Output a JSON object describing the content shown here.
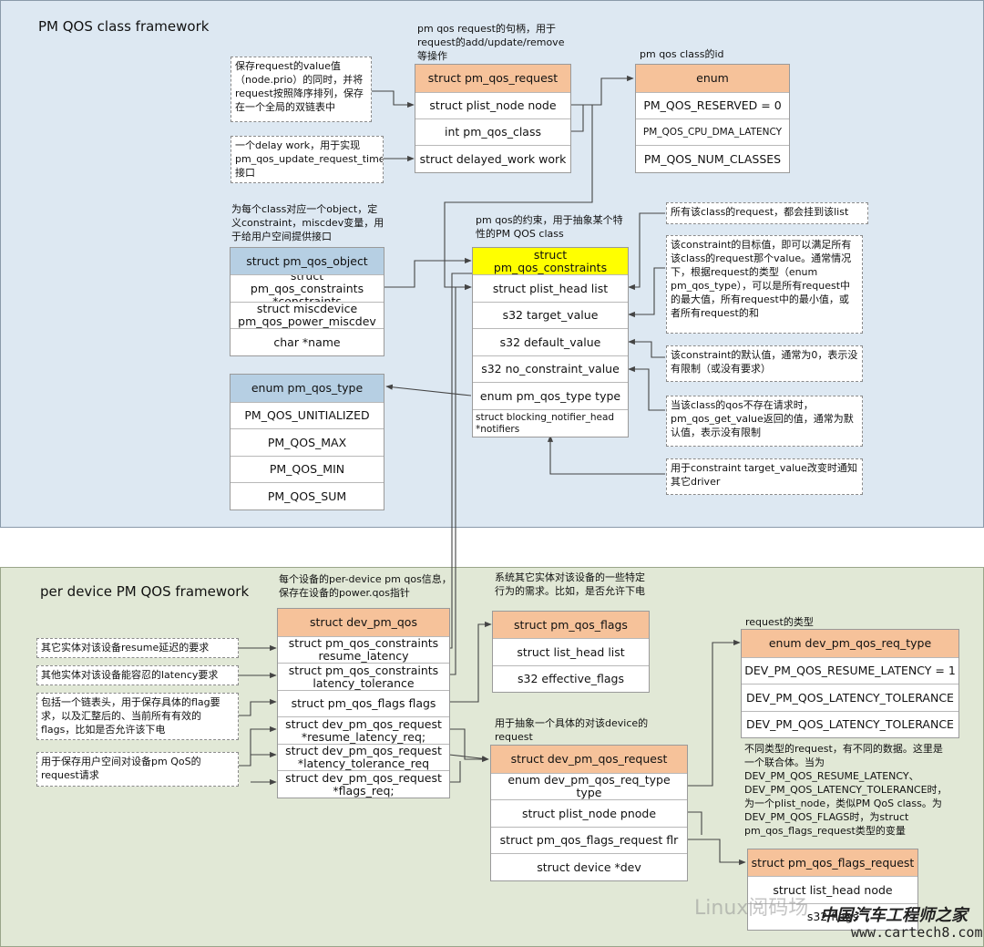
{
  "top_framework": {
    "title": "PM QOS class framework",
    "request_label": "pm qos request的句柄，用于request的add/update/remove等操作",
    "pm_qos_request": [
      "struct pm_qos_request",
      "struct plist_node node",
      "int pm_qos_class",
      "struct delayed_work work"
    ],
    "class_id_label": "pm qos class的id",
    "enum_class": [
      "enum",
      "PM_QOS_RESERVED = 0",
      "PM_QOS_CPU_DMA_LATENCY",
      "PM_QOS_NUM_CLASSES"
    ],
    "note_value": "保存request的value值（node.prio）的同时，并将request按照降序排列，保存在一个全局的双链表中",
    "note_work": "一个delay work，用于实现pm_qos_update_request_timeout接口",
    "object_label": "为每个class对应一个object，定义constraint，miscdev变量，用于给用户空间提供接口",
    "pm_qos_object": [
      "struct pm_qos_object",
      "struct pm_qos_constraints *constraints",
      "struct miscdevice pm_qos_power_miscdev",
      "char *name"
    ],
    "constraints_label": "pm qos的约束，用于抽象某个特性的PM QOS class",
    "pm_qos_constraints": [
      "struct pm_qos_constraints",
      "struct plist_head list",
      "s32 target_value",
      "s32 default_value",
      "s32 no_constraint_value",
      "enum pm_qos_type type",
      "struct blocking_notifier_head *notifiers"
    ],
    "enum_type": [
      "enum pm_qos_type",
      "PM_QOS_UNITIALIZED",
      "PM_QOS_MAX",
      "PM_QOS_MIN",
      "PM_QOS_SUM"
    ],
    "note_list": "所有该class的request，都会挂到该list",
    "note_target": "该constraint的目标值，即可以满足所有该class的request那个value。通常情况下，根据request的类型（enum pm_qos_type），可以是所有request中的最大值，所有request中的最小值，或者所有request的和",
    "note_default": "该constraint的默认值，通常为0，表示没有限制（或没有要求）",
    "note_noconstraint": "当该class的qos不存在请求时，pm_qos_get_value返回的值，通常为默认值，表示没有限制",
    "note_notifier": "用于constraint target_value改变时通知其它driver"
  },
  "bottom_framework": {
    "title": "per device PM QOS framework",
    "dev_label": "每个设备的per-device pm qos信息，保存在设备的power.qos指针",
    "dev_pm_qos": [
      "struct dev_pm_qos",
      "struct pm_qos_constraints resume_latency",
      "struct pm_qos_constraints latency_tolerance",
      "struct pm_qos_flags flags",
      "struct dev_pm_qos_request *resume_latency_req;",
      "struct dev_pm_qos_request *latency_tolerance_req",
      "struct dev_pm_qos_request *flags_req;"
    ],
    "note_resume": "其它实体对该设备resume延迟的要求",
    "note_tolerance": "其他实体对该设备能容忍的latency要求",
    "note_flags": "包括一个链表头，用于保存具体的flag要求，以及汇整后的、当前所有有效的flags，比如是否允许该下电",
    "note_user": "用于保存用户空间对设备pm QoS的request请求",
    "flags_label": "系统其它实体对该设备的一些特定行为的需求。比如，是否允许下电",
    "pm_qos_flags": [
      "struct pm_qos_flags",
      "struct list_head list",
      "s32 effective_flags"
    ],
    "req_type_label": "request的类型",
    "req_type": [
      "enum dev_pm_qos_req_type",
      "DEV_PM_QOS_RESUME_LATENCY = 1",
      "DEV_PM_QOS_LATENCY_TOLERANCE",
      "DEV_PM_QOS_LATENCY_TOLERANCE"
    ],
    "dev_req_label": "用于抽象一个具体的对该device的request",
    "dev_pm_qos_request": [
      "struct dev_pm_qos_request",
      "enum dev_pm_qos_req_type type",
      "struct plist_node pnode",
      "struct pm_qos_flags_request flr",
      "struct device *dev"
    ],
    "union_label": "不同类型的request，有不同的数据。这里是一个联合体。当为DEV_PM_QOS_RESUME_LATENCY、DEV_PM_QOS_LATENCY_TOLERANCE时，为一个plist_node，类似PM QoS class。为DEV_PM_QOS_FLAGS时，为struct pm_qos_flags_request类型的变量",
    "flags_request": [
      "struct pm_qos_flags_request",
      "struct list_head node",
      "s32 flags"
    ]
  },
  "watermark": {
    "text1": "中国汽车工程师之家",
    "text2": "www.cartech8.com",
    "text3": "Linux阅码场"
  },
  "colors": {
    "header_orange": "#f6c29a",
    "header_blue": "#b6cfe3",
    "header_yellow": "#ffff00",
    "panel_top": "#dde8f2",
    "panel_bottom": "#e1e8d6"
  }
}
